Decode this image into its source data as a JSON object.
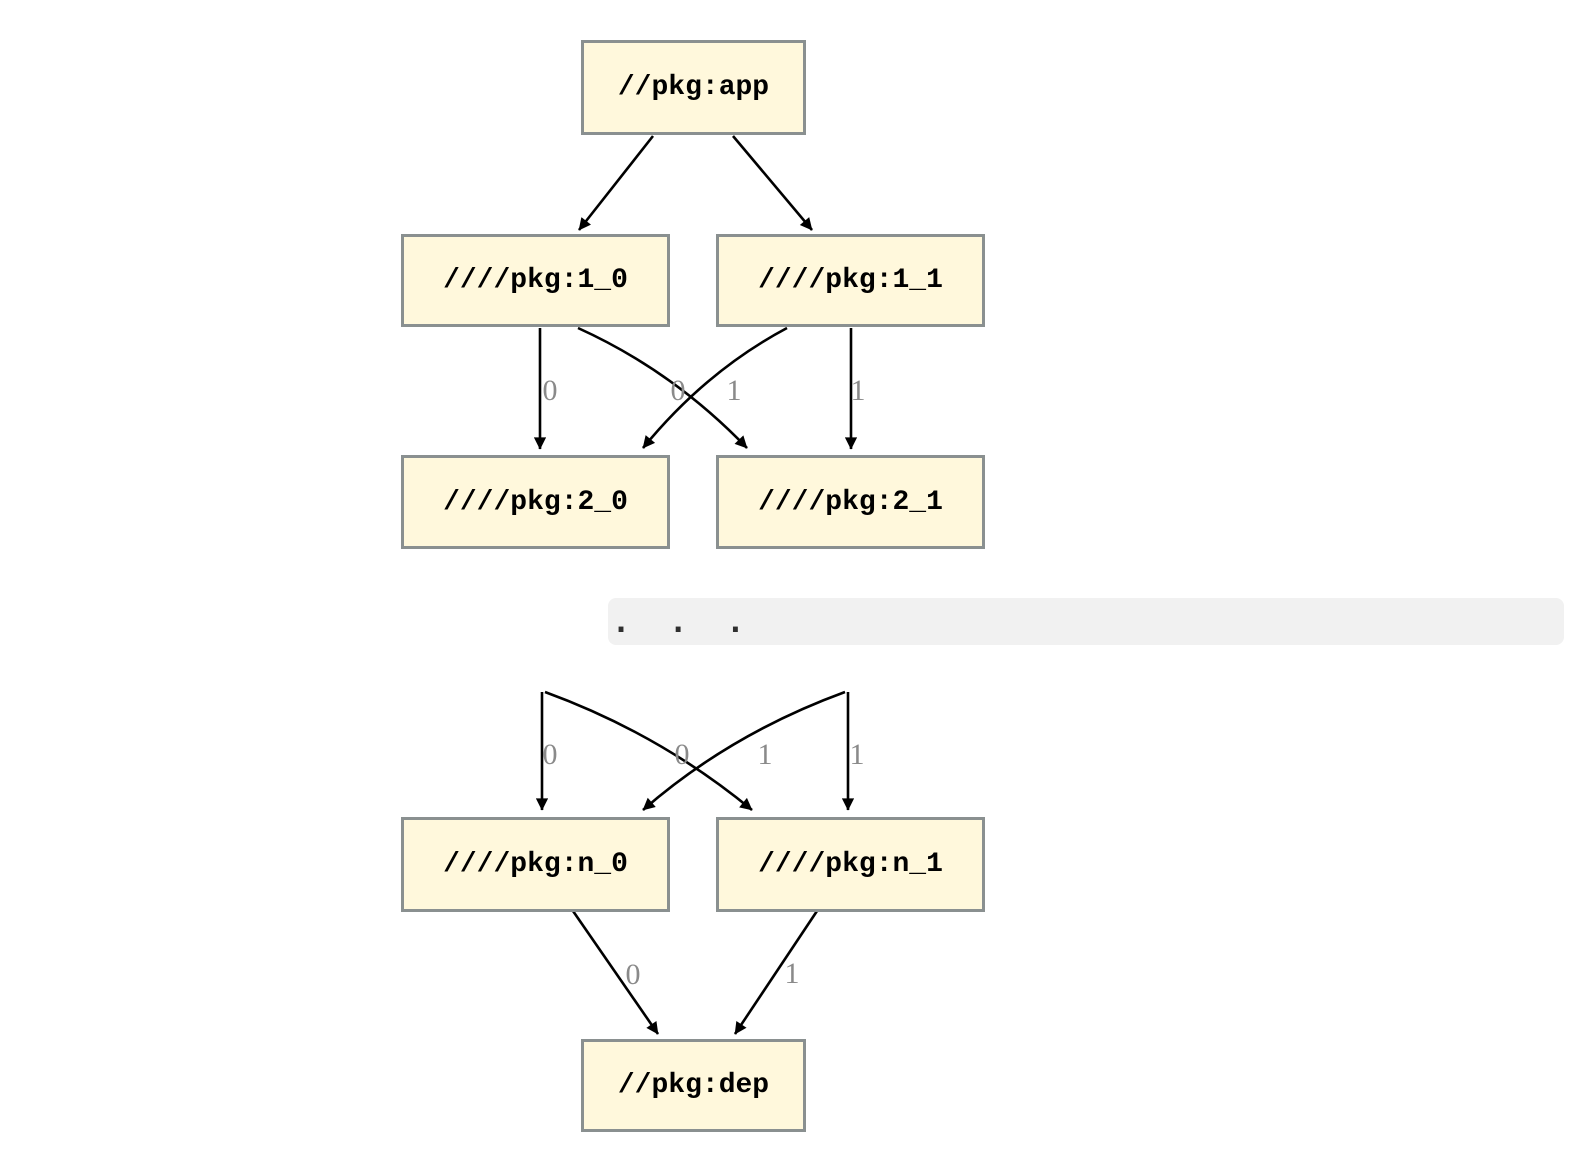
{
  "diagram": {
    "type": "dependency-graph",
    "style": {
      "background": "#FFFFFF",
      "node_fill": "#FFF8DC",
      "node_border": "#8A9090",
      "node_text_color": "#000000",
      "edge_color": "#000000",
      "edge_label_color": "#8A8A8A",
      "ellipsis_fill": "#F1F1F1",
      "ellipsis_dot_color": "#2F2F2F"
    },
    "nodes": [
      {
        "id": "app",
        "label": "//pkg:app"
      },
      {
        "id": "1_0",
        "label": "////pkg:1_0"
      },
      {
        "id": "1_1",
        "label": "////pkg:1_1"
      },
      {
        "id": "2_0",
        "label": "////pkg:2_0"
      },
      {
        "id": "2_1",
        "label": "////pkg:2_1"
      },
      {
        "id": "n_0",
        "label": "////pkg:n_0"
      },
      {
        "id": "n_1",
        "label": "////pkg:n_1"
      },
      {
        "id": "dep",
        "label": "//pkg:dep"
      }
    ],
    "edges": [
      {
        "from": "app",
        "to": "1_0",
        "label": ""
      },
      {
        "from": "app",
        "to": "1_1",
        "label": ""
      },
      {
        "from": "1_0",
        "to": "2_0",
        "label": "0"
      },
      {
        "from": "1_1",
        "to": "2_0",
        "label": "0"
      },
      {
        "from": "1_0",
        "to": "2_1",
        "label": "1"
      },
      {
        "from": "1_1",
        "to": "2_1",
        "label": "1"
      },
      {
        "from": "(n-1)_0",
        "to": "n_0",
        "label": "0"
      },
      {
        "from": "(n-1)_1",
        "to": "n_0",
        "label": "0"
      },
      {
        "from": "(n-1)_0",
        "to": "n_1",
        "label": "1"
      },
      {
        "from": "(n-1)_1",
        "to": "n_1",
        "label": "1"
      },
      {
        "from": "n_0",
        "to": "dep",
        "label": "0"
      },
      {
        "from": "n_1",
        "to": "dep",
        "label": "1"
      }
    ],
    "ellipsis": {
      "text": ".  .  ."
    }
  }
}
